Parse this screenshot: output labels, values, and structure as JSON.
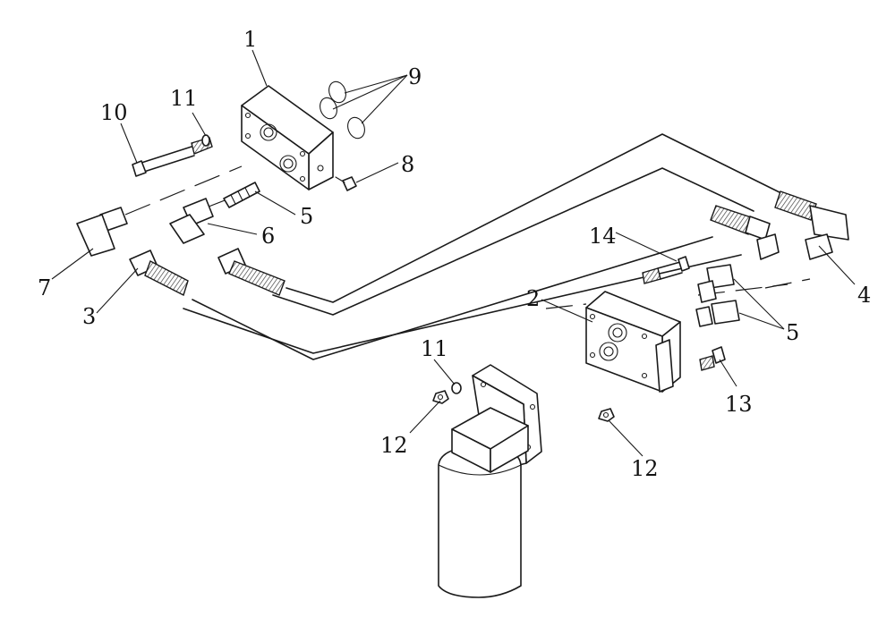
{
  "diagram": {
    "callouts": [
      {
        "id": "c1",
        "text": "1"
      },
      {
        "id": "c11a",
        "text": "11"
      },
      {
        "id": "c10",
        "text": "10"
      },
      {
        "id": "c9",
        "text": "9"
      },
      {
        "id": "c8",
        "text": "8"
      },
      {
        "id": "c5a",
        "text": "5"
      },
      {
        "id": "c6",
        "text": "6"
      },
      {
        "id": "c7",
        "text": "7"
      },
      {
        "id": "c3",
        "text": "3"
      },
      {
        "id": "c14",
        "text": "14"
      },
      {
        "id": "c4",
        "text": "4"
      },
      {
        "id": "c2",
        "text": "2"
      },
      {
        "id": "c5b",
        "text": "5"
      },
      {
        "id": "c11b",
        "text": "11"
      },
      {
        "id": "c13",
        "text": "13"
      },
      {
        "id": "c12a",
        "text": "12"
      },
      {
        "id": "c12b",
        "text": "12"
      }
    ]
  }
}
